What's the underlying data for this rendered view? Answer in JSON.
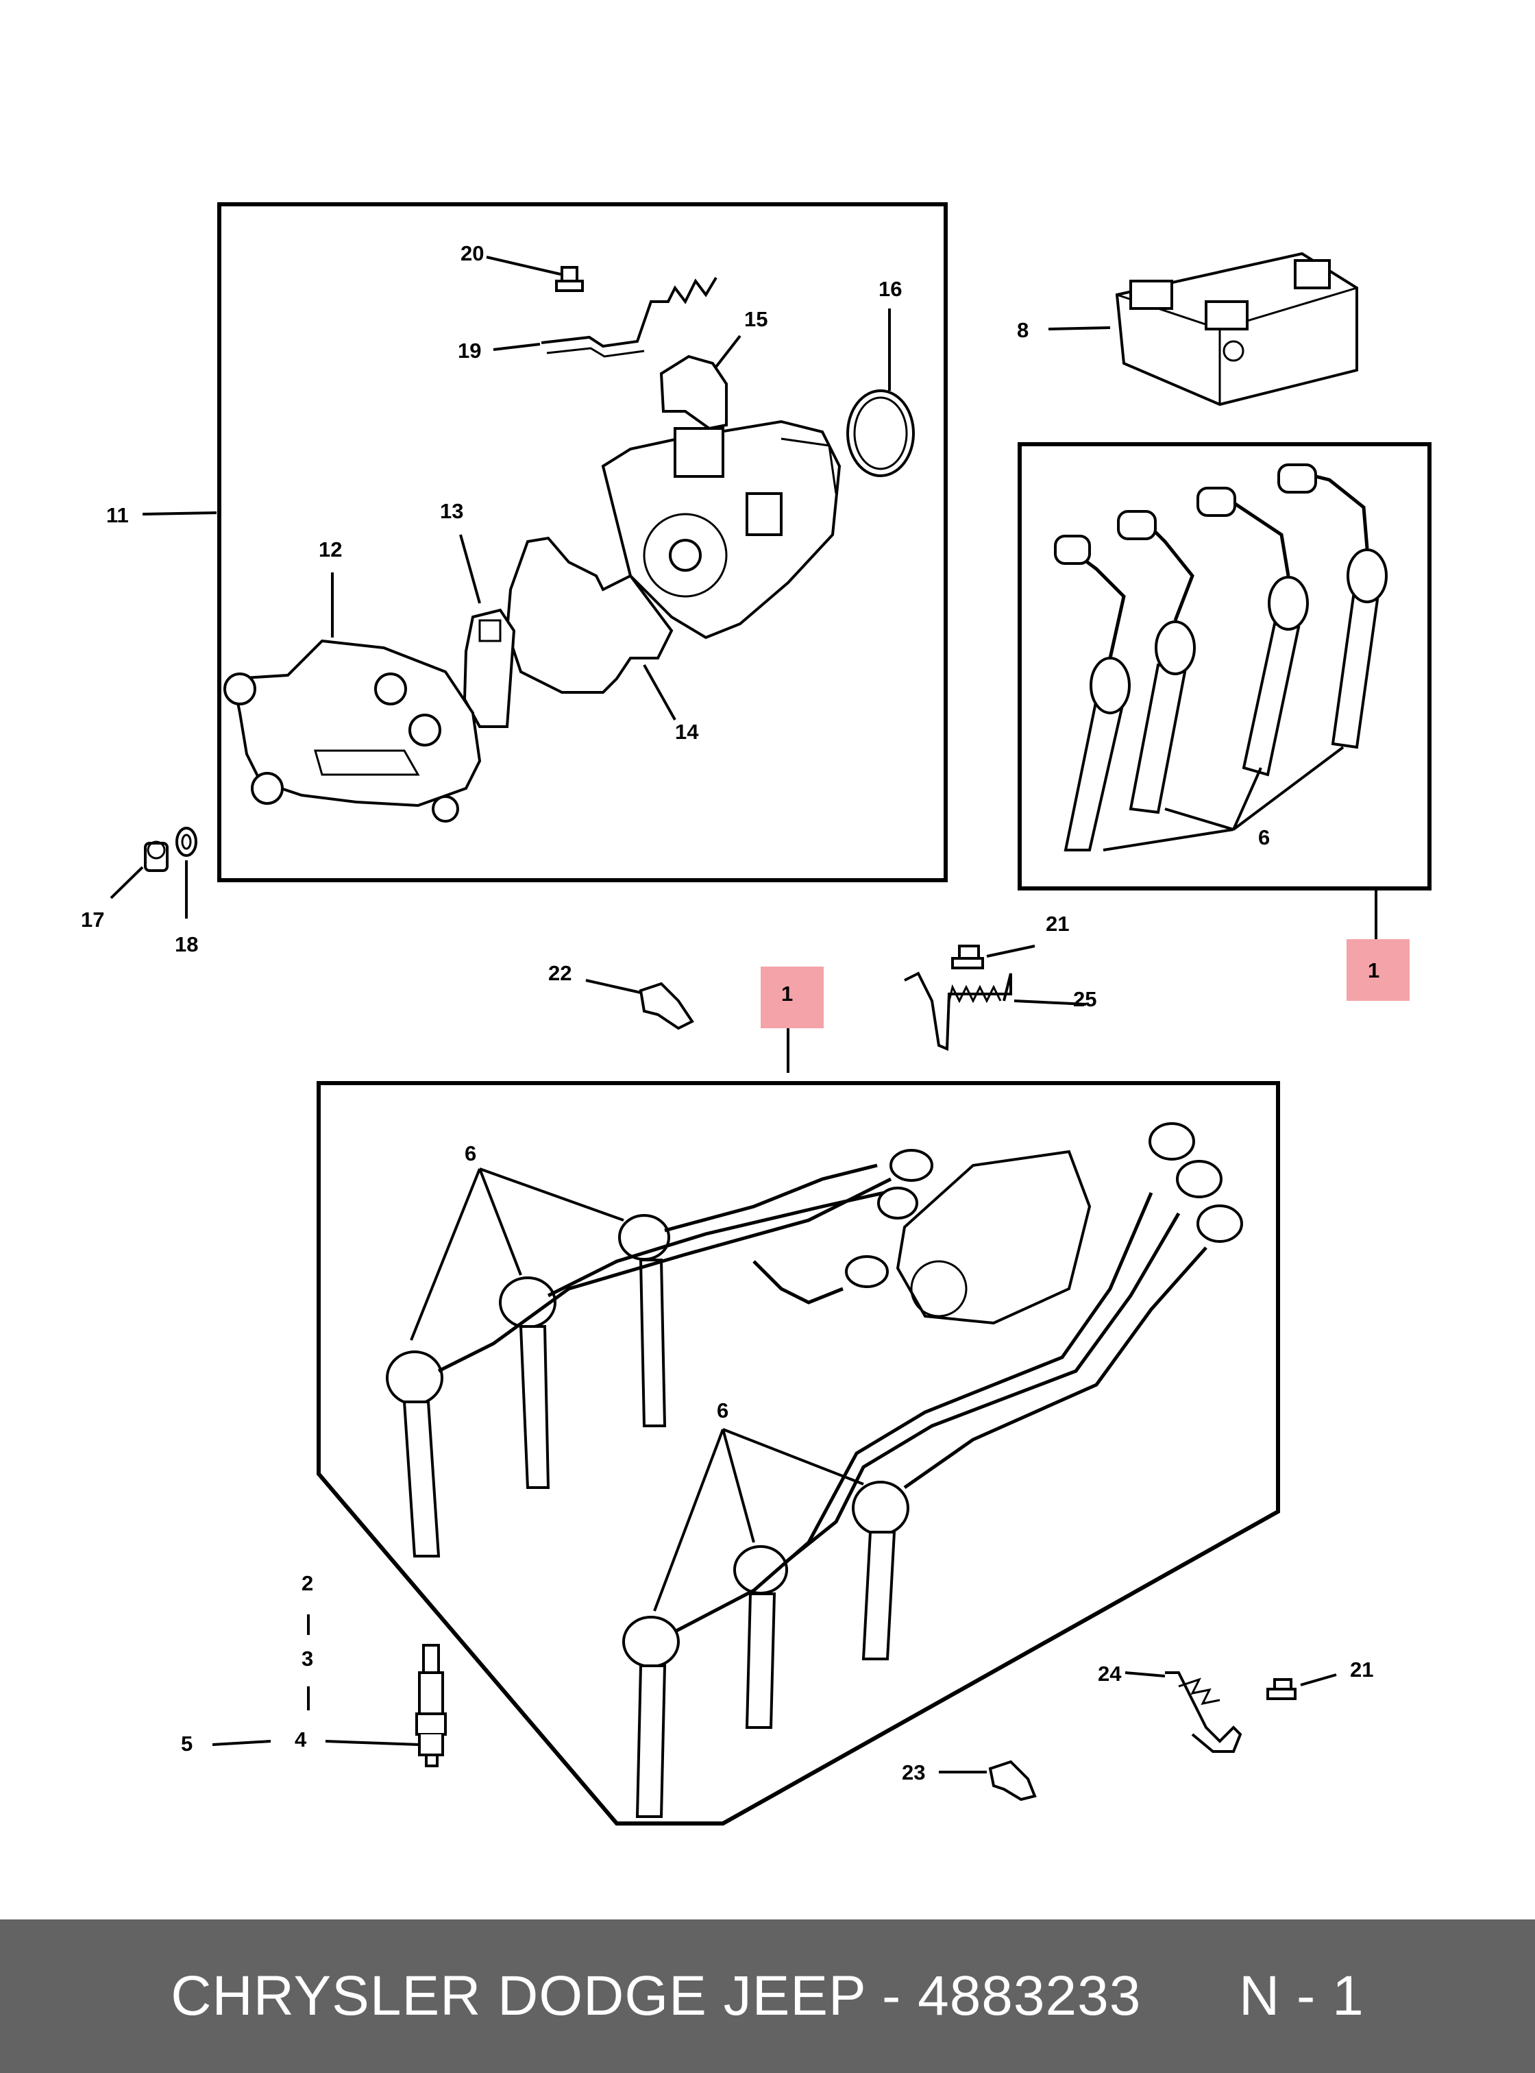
{
  "callouts": {
    "c1a": "1",
    "c1b": "1",
    "c2": "2",
    "c3": "3",
    "c4": "4",
    "c5": "5",
    "c6a": "6",
    "c6b": "6",
    "c6c": "6",
    "c8": "8",
    "c11": "11",
    "c12": "12",
    "c13": "13",
    "c14": "14",
    "c15": "15",
    "c16": "16",
    "c17": "17",
    "c18": "18",
    "c19": "19",
    "c20": "20",
    "c21a": "21",
    "c21b": "21",
    "c22": "22",
    "c23": "23",
    "c24": "24",
    "c25": "25"
  },
  "highlight_color": "#f4a3a8",
  "footer": {
    "text": "CHRYSLER DODGE JEEP - 4883233      N - 1",
    "background": "#636363"
  }
}
